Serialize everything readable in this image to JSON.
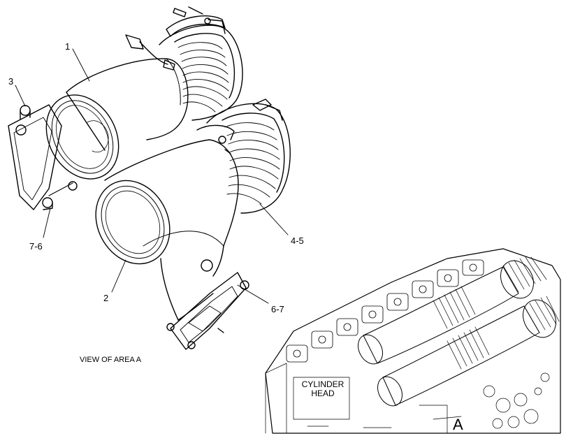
{
  "callouts": {
    "c1": "1",
    "c2": "2",
    "c3": "3",
    "c45": "4-5",
    "c67": "6-7",
    "c76": "7-6"
  },
  "caption": "VIEW OF AREA A",
  "inset": {
    "cylinder_head_line1": "CYLINDER",
    "cylinder_head_line2": "HEAD",
    "area_letter": "A"
  }
}
